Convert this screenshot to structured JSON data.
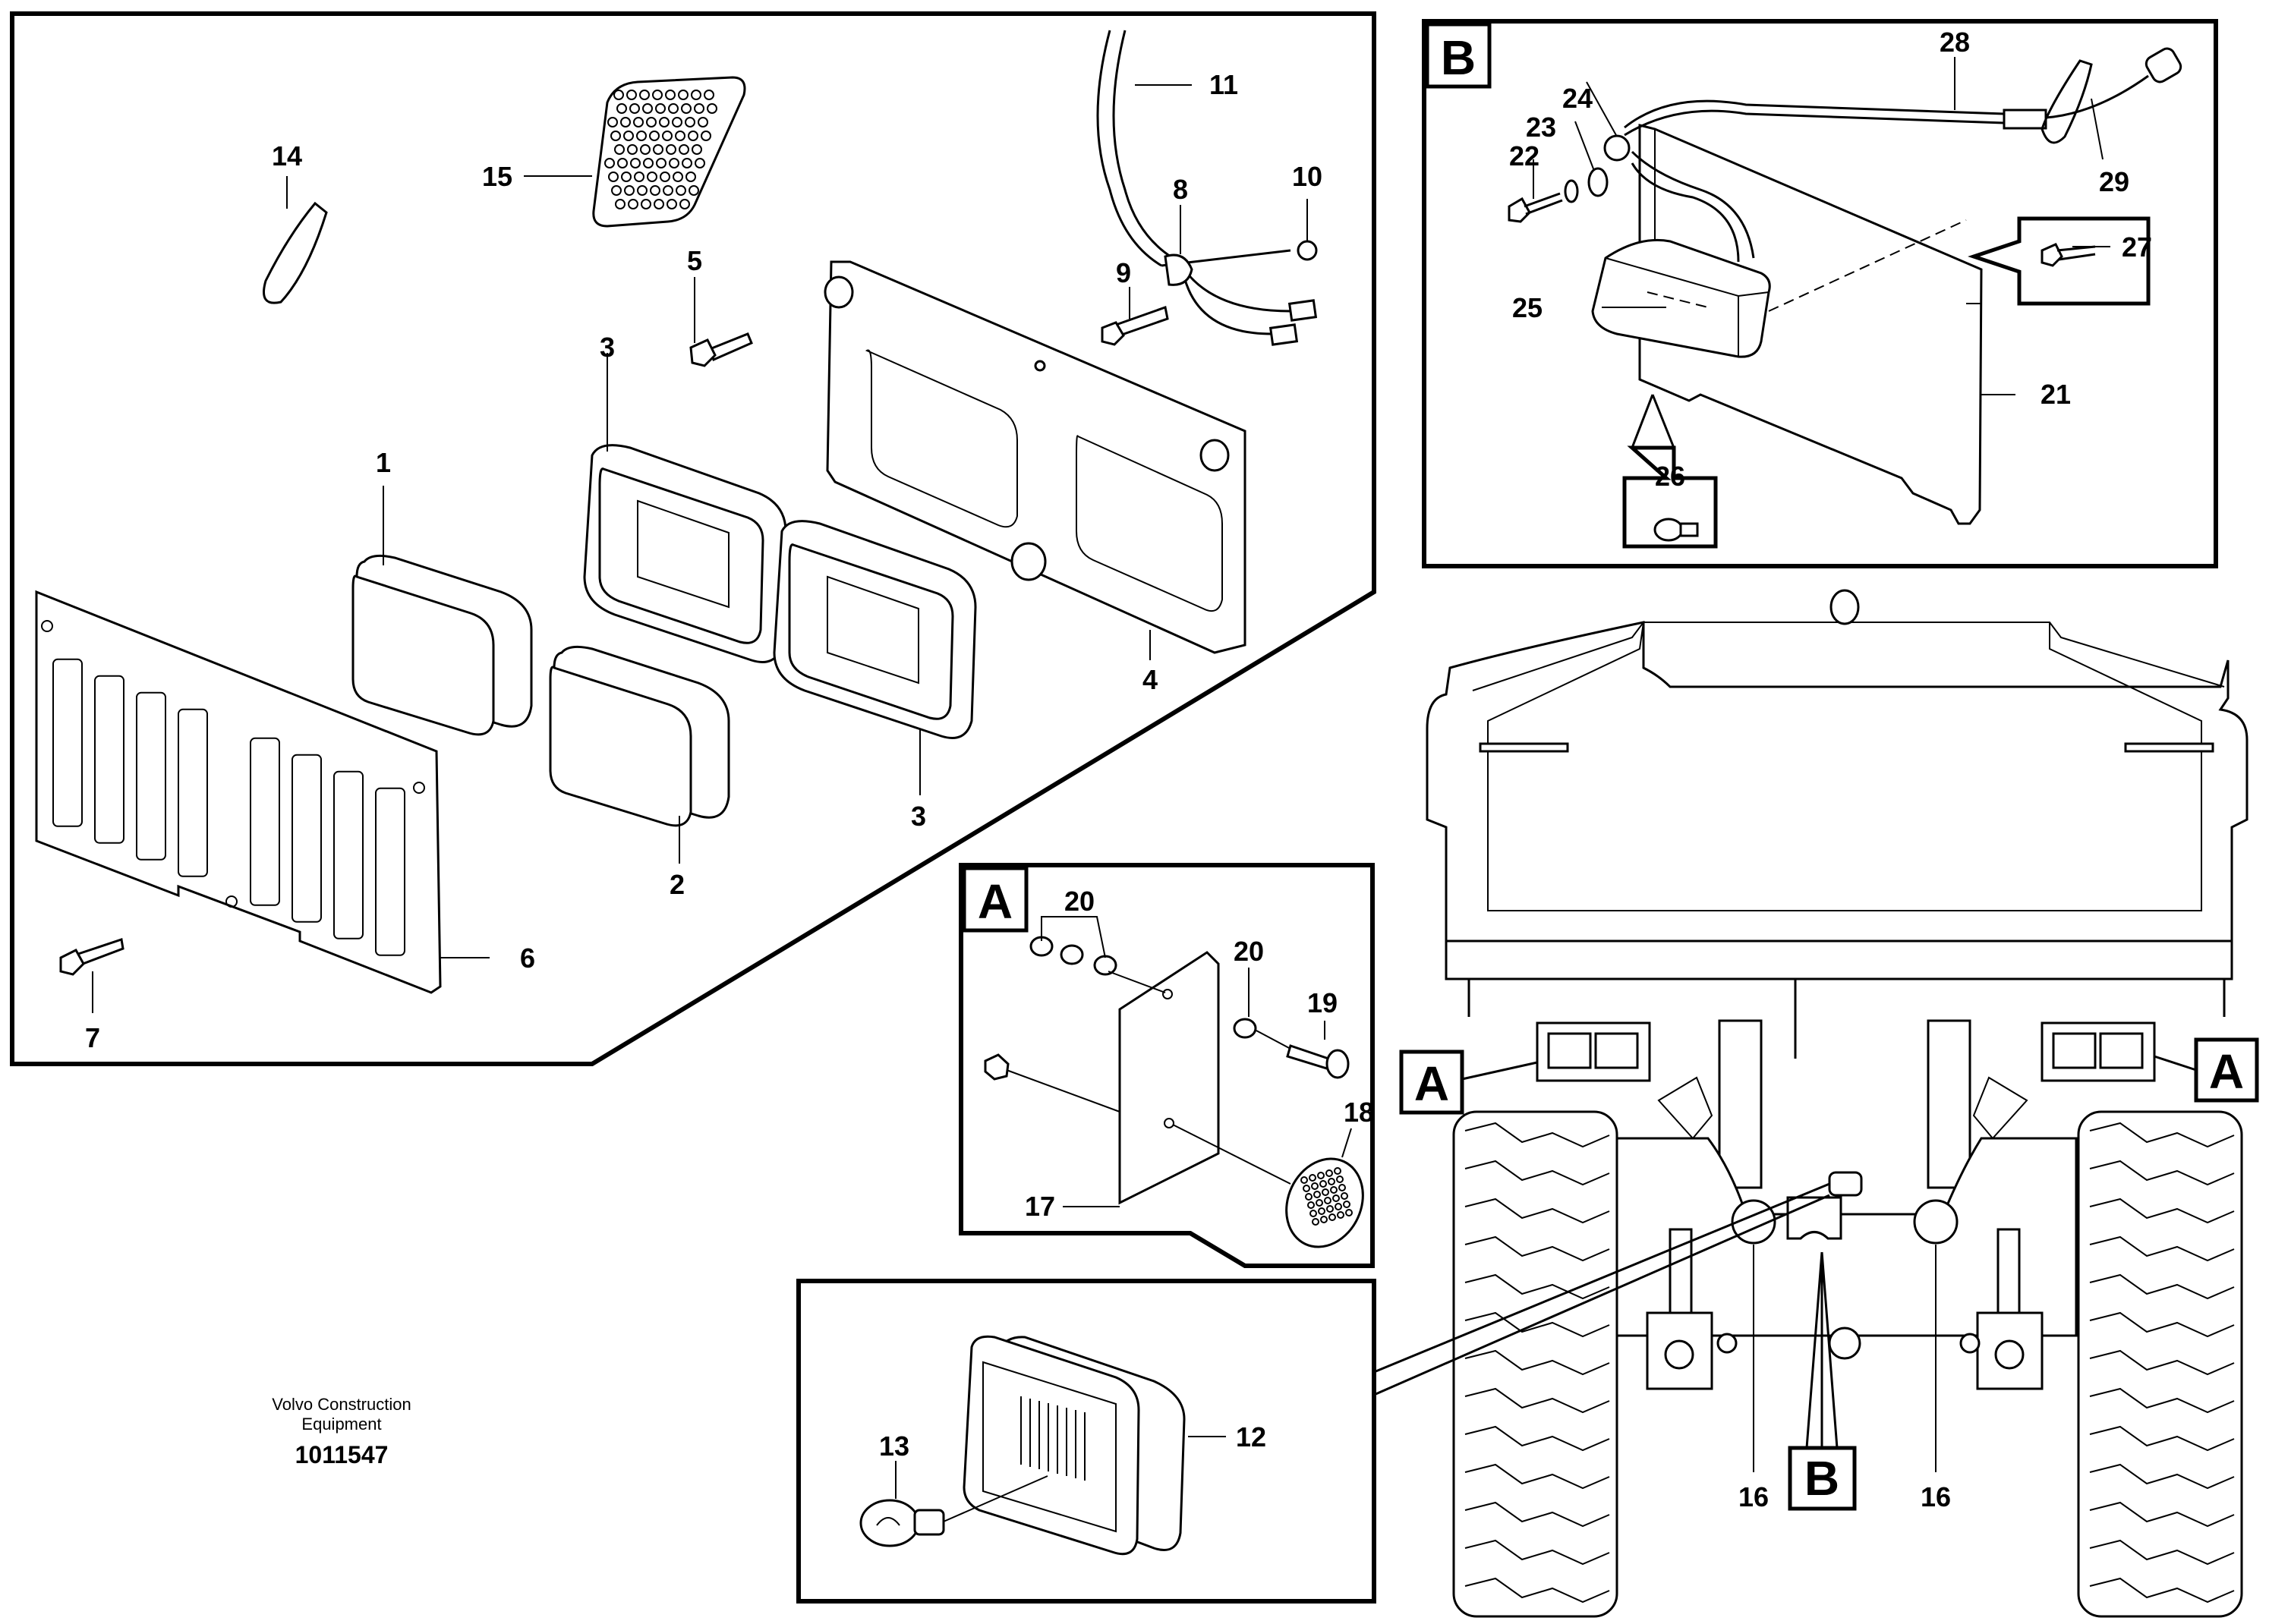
{
  "parts": {
    "p1": "1",
    "p2": "2",
    "p3": "3",
    "p4": "4",
    "p5": "5",
    "p6": "6",
    "p7": "7",
    "p8": "8",
    "p9": "9",
    "p10": "10",
    "p11": "11",
    "p12": "12",
    "p13": "13",
    "p14": "14",
    "p15": "15",
    "p16": "16",
    "p17": "17",
    "p18": "18",
    "p19": "19",
    "p20": "20",
    "p21": "21",
    "p22": "22",
    "p23": "23",
    "p24": "24",
    "p25": "25",
    "p26": "26",
    "p27": "27",
    "p28": "28",
    "p29": "29"
  },
  "views": {
    "a": "A",
    "b": "B"
  },
  "footer": {
    "brand_line1": "Volvo Construction",
    "brand_line2": "Equipment",
    "drawing_number": "1011547"
  }
}
